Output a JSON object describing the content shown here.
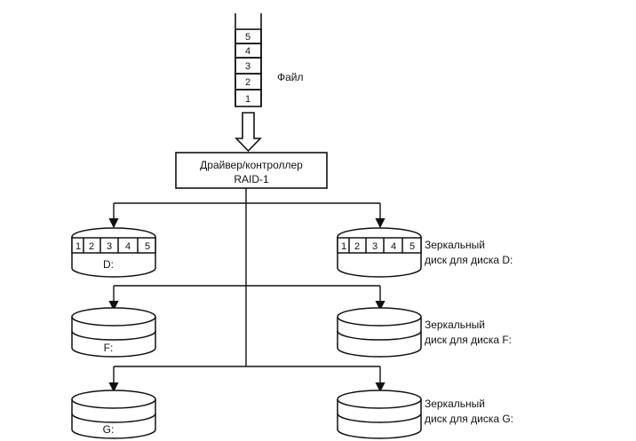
{
  "file": {
    "label": "Файл",
    "blocks": [
      "5",
      "4",
      "3",
      "2",
      "1"
    ]
  },
  "controller": {
    "line1": "Драйвер/контроллер",
    "line2": "RAID-1"
  },
  "disks": {
    "d": {
      "label": "D:",
      "cells": [
        "1",
        "2",
        "3",
        "4",
        "5"
      ]
    },
    "d_mirror": {
      "cells": [
        "1",
        "2",
        "3",
        "4",
        "5"
      ],
      "caption_line1": "Зеркальный",
      "caption_line2": "диск для диска D:"
    },
    "f": {
      "label": "F:"
    },
    "f_mirror": {
      "caption_line1": "Зеркальный",
      "caption_line2": "диск для диска F:"
    },
    "g": {
      "label": "G:"
    },
    "g_mirror": {
      "caption_line1": "Зеркальный",
      "caption_line2": "диск для диска G:"
    }
  }
}
